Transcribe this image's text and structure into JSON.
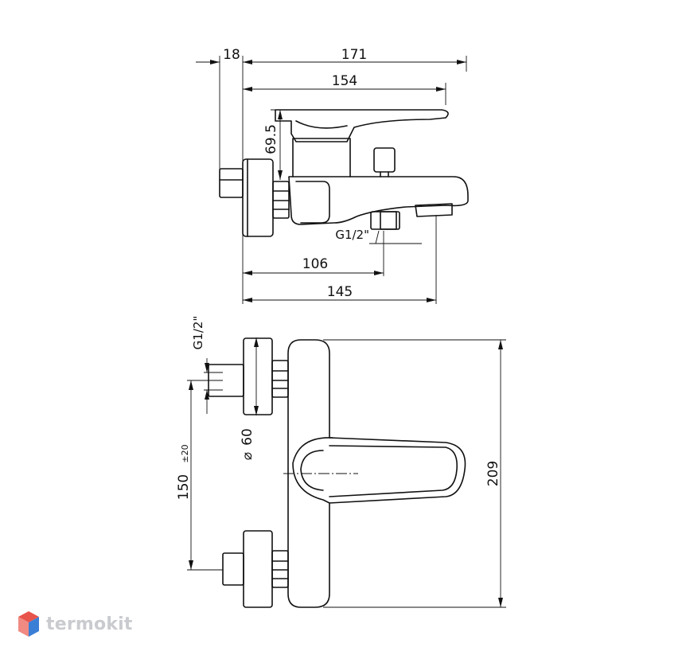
{
  "dimensions": {
    "side_view": {
      "d18": "18",
      "d171": "171",
      "d154": "154",
      "d69_5": "69.5",
      "thread": "G1/2\"",
      "d106": "106",
      "d145": "145"
    },
    "top_view": {
      "thread": "G1/2\"",
      "diameter_prefix": "⌀",
      "diameter": "60",
      "d150": "150",
      "d150_tolerance": "±20",
      "d209": "209"
    }
  },
  "watermark": {
    "brand": "termokit",
    "colors": [
      "#e8534a",
      "#3a7fd6"
    ]
  }
}
